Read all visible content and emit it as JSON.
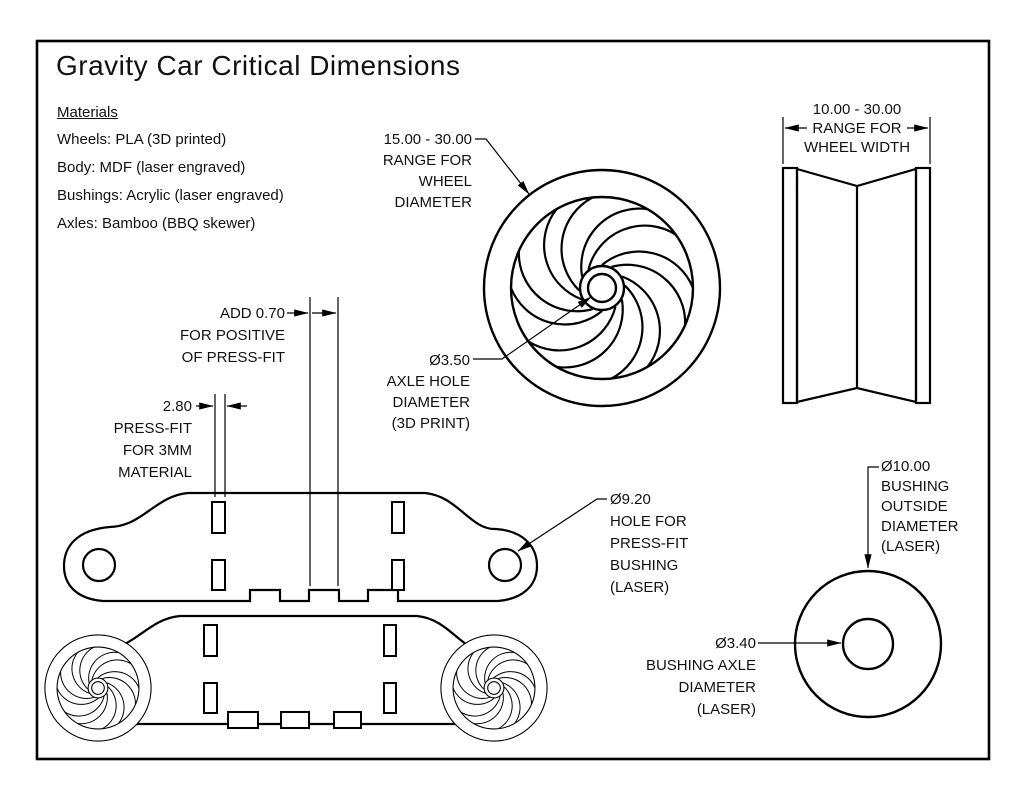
{
  "title": "Gravity Car Critical Dimensions",
  "materials": {
    "heading": "Materials",
    "items": [
      "Wheels: PLA (3D printed)",
      "Body: MDF (laser engraved)",
      "Bushings: Acrylic (laser engraved)",
      "Axles: Bamboo (BBQ skewer)"
    ]
  },
  "callouts": {
    "wheel_diameter": [
      "15.00 - 30.00",
      "RANGE FOR",
      "WHEEL",
      "DIAMETER"
    ],
    "wheel_width": [
      "10.00 - 30.00",
      "RANGE FOR",
      "WHEEL WIDTH"
    ],
    "axle_hole": [
      "Ø3.50",
      "AXLE HOLE",
      "DIAMETER",
      "(3D PRINT)"
    ],
    "add_press_fit": [
      "ADD 0.70",
      "FOR POSITIVE",
      "OF PRESS-FIT"
    ],
    "press_fit": [
      "2.80",
      "PRESS-FIT",
      "FOR 3MM",
      "MATERIAL"
    ],
    "bushing_hole": [
      "Ø9.20",
      "HOLE FOR",
      "PRESS-FIT",
      "BUSHING",
      "(LASER)"
    ],
    "bushing_od": [
      "Ø10.00",
      "BUSHING",
      "OUTSIDE",
      "DIAMETER",
      "(LASER)"
    ],
    "bushing_id": [
      "Ø3.40",
      "BUSHING AXLE",
      "DIAMETER",
      "(LASER)"
    ]
  },
  "colors": {
    "ink": "#000000",
    "paper": "#ffffff"
  }
}
